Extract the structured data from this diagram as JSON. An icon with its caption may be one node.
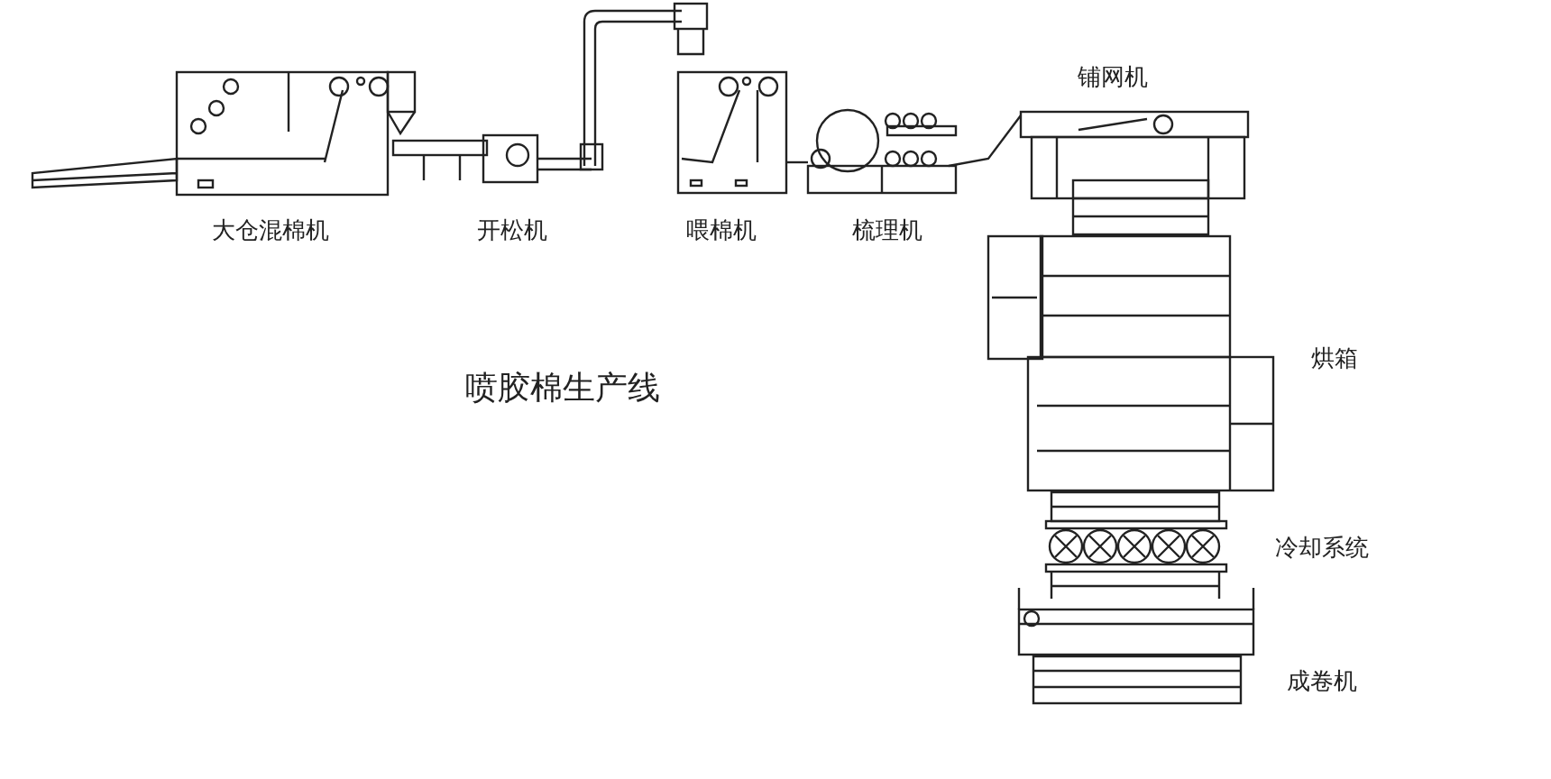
{
  "diagram": {
    "title": "喷胶棉生产线",
    "labels": [
      "铺网机",
      "大仓混棉机",
      "开松机",
      "喂棉机",
      "梳理机",
      "烘箱",
      "冷却系统",
      "成卷机"
    ]
  }
}
